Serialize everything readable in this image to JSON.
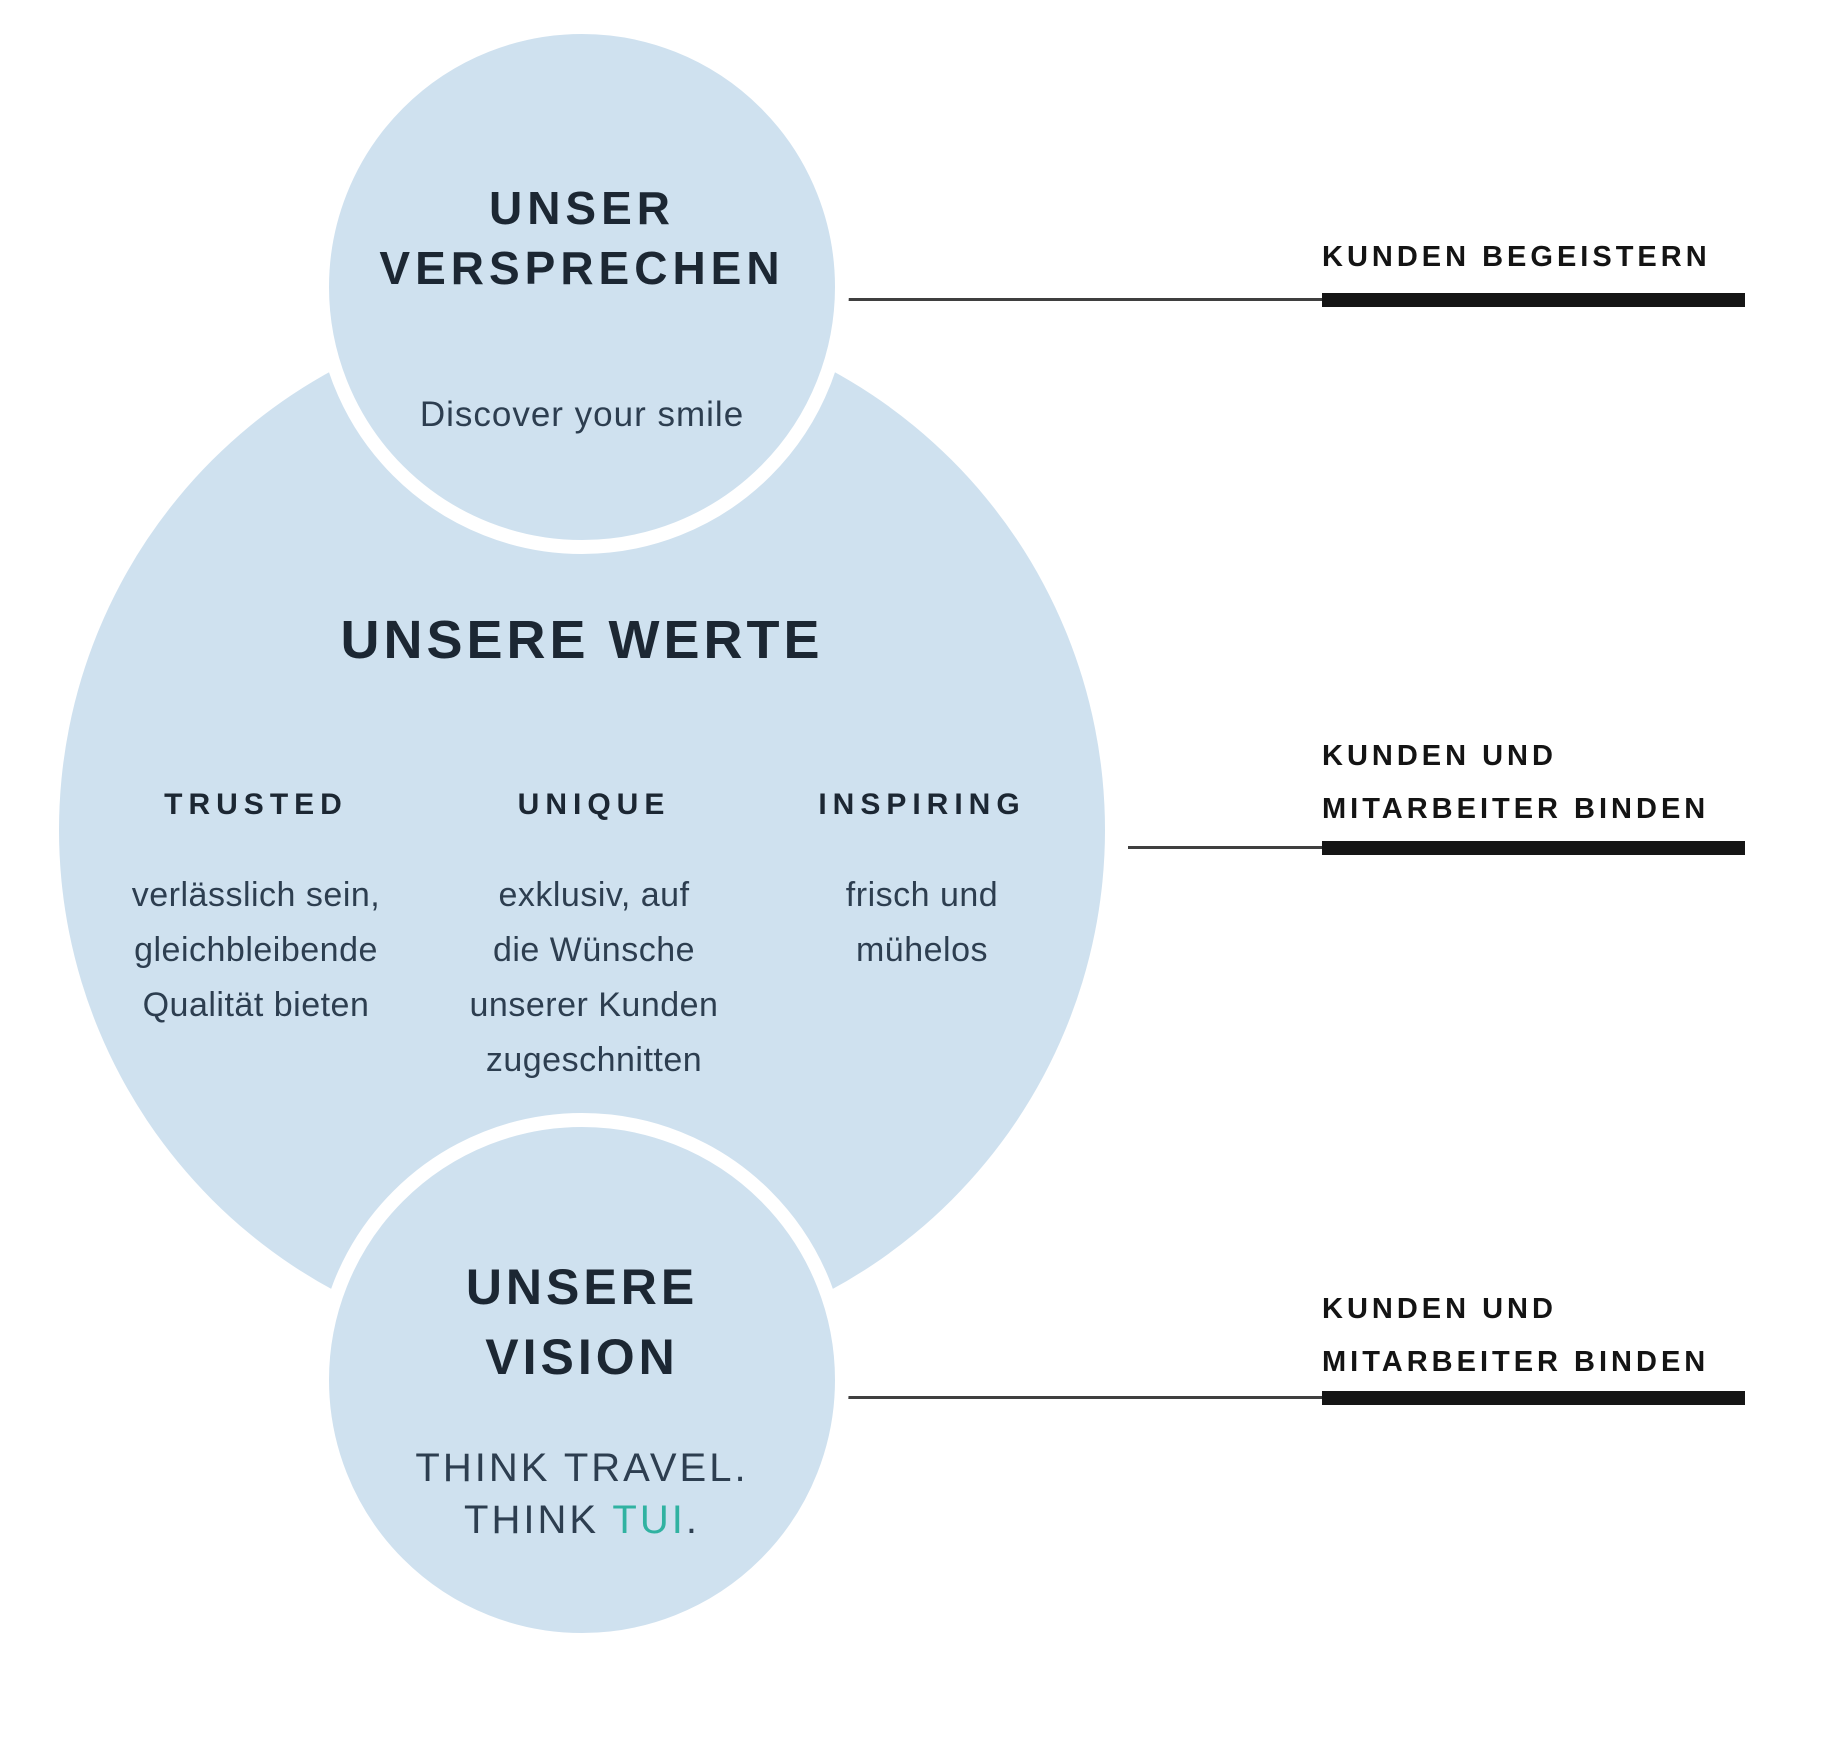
{
  "colors": {
    "circle_fill": "#cfe1ef",
    "heading_text": "#1c2733",
    "body_text": "#2d3e50",
    "label_text": "#141414",
    "connector_line": "#3f3f3f",
    "underline_bar": "#151515",
    "brand_teal": "#30b2a1"
  },
  "promise": {
    "title_line1": "UNSER",
    "title_line2": "VERSPRECHEN",
    "subtitle": "Discover your smile"
  },
  "values": {
    "title": "UNSERE WERTE",
    "columns": [
      {
        "header": "TRUSTED",
        "lines": [
          "verlässlich sein,",
          "gleichbleibende",
          "Qualität bieten"
        ]
      },
      {
        "header": "UNIQUE",
        "lines": [
          "exklusiv, auf",
          "die Wünsche",
          "unserer Kunden",
          "zugeschnitten"
        ]
      },
      {
        "header": "INSPIRING",
        "lines": [
          "frisch und",
          "mühelos"
        ]
      }
    ]
  },
  "vision": {
    "title_line1": "UNSERE",
    "title_line2": "VISION",
    "slogan_line1": "THINK TRAVEL.",
    "slogan_line2_prefix": "THINK ",
    "slogan_brand": "TUI",
    "slogan_period": "."
  },
  "annotations": [
    {
      "lines": [
        "KUNDEN BEGEISTERN"
      ]
    },
    {
      "lines": [
        "KUNDEN UND",
        "MITARBEITER BINDEN"
      ]
    },
    {
      "lines": [
        "KUNDEN UND",
        "MITARBEITER BINDEN"
      ]
    }
  ]
}
